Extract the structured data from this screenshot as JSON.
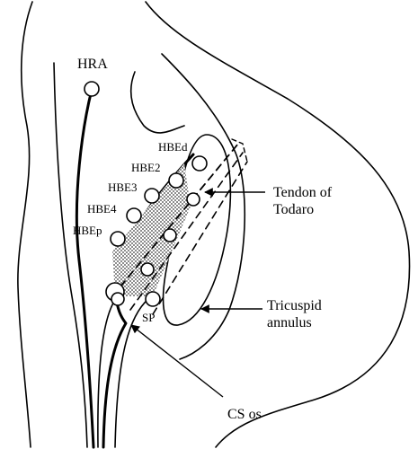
{
  "labels": {
    "hra": "HRA",
    "hbed": "HBEd",
    "hbe2": "HBE2",
    "hbe3": "HBE3",
    "hbe4": "HBE4",
    "hbep": "HBEp",
    "tendon_line1": "Tendon of",
    "tendon_line2": "Todaro",
    "tricuspid_line1": "Tricuspid",
    "tricuspid_line2": "annulus",
    "sp": "SP",
    "cs_os": "CS os"
  },
  "colors": {
    "stroke": "#000000",
    "hatch": "#9a9a9a",
    "background": "#ffffff"
  }
}
